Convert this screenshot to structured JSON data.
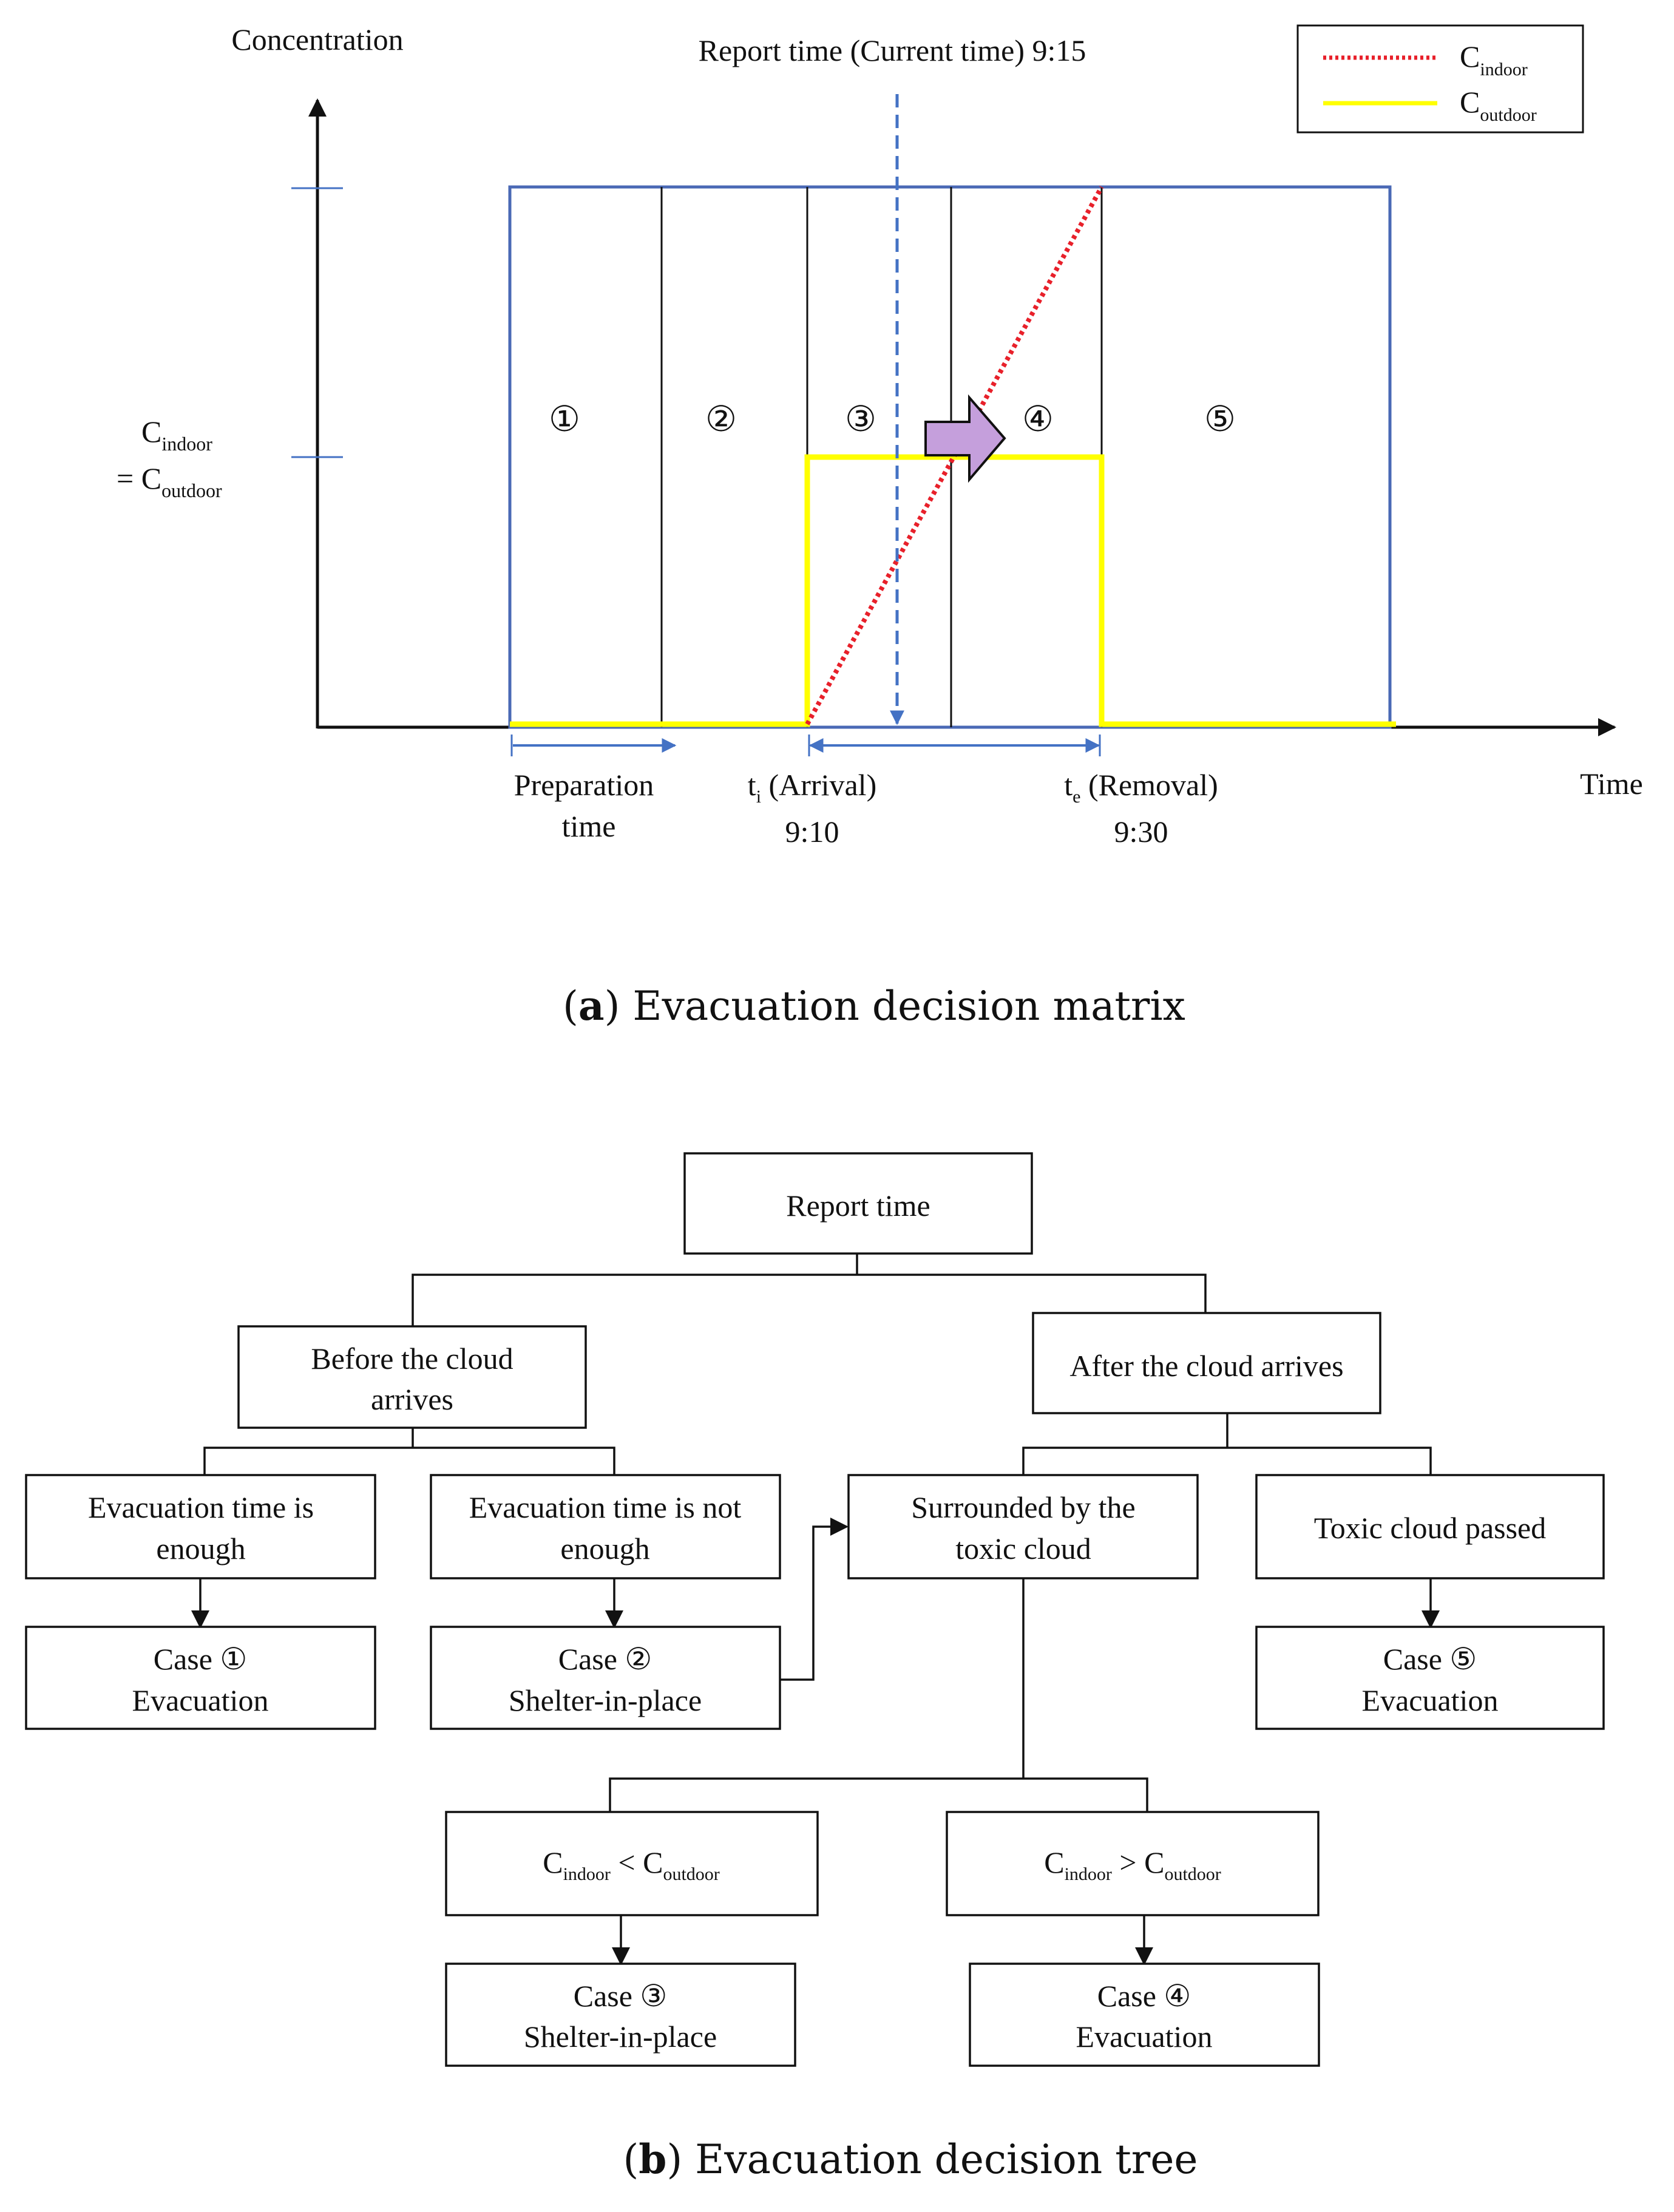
{
  "matrix": {
    "y_axis_label": "Concentration",
    "x_axis_label": "Time",
    "report_time_label": "Report time (Current time)  9:15",
    "equal_label": {
      "line1_main": "C",
      "line1_sub": "indoor",
      "line2_prefix": "= C",
      "line2_sub": "outdoor"
    },
    "legend": [
      {
        "main": "C",
        "sub": "indoor",
        "color": "#e8202a",
        "style": "dotted"
      },
      {
        "main": "C",
        "sub": "outdoor",
        "color": "#ffff00",
        "style": "solid"
      }
    ],
    "zones": [
      "①",
      "②",
      "③",
      "④",
      "⑤"
    ],
    "preparation_label_1": "Preparation",
    "preparation_label_2": "time",
    "arrival": {
      "main": "t",
      "sub": "i",
      "rest": " (Arrival)",
      "time": "9:10"
    },
    "removal": {
      "main": "t",
      "sub": "e",
      "rest": " (Removal)",
      "time": "9:30"
    },
    "colors": {
      "frame": "#4a69b5",
      "outdoor": "#ffff00",
      "indoor": "#e8202a",
      "report_line": "#4472c4",
      "arrow_fill": "#c59fdc"
    }
  },
  "caption_a": {
    "letter": "a",
    "text": ") Evacuation decision matrix"
  },
  "tree": {
    "root": "Report time",
    "before": [
      "Before the cloud",
      "arrives"
    ],
    "after": "After the cloud arrives",
    "time_enough": [
      "Evacuation time is",
      "enough"
    ],
    "time_not_enough": [
      "Evacuation time is not",
      "enough"
    ],
    "surrounded": [
      "Surrounded by the",
      "toxic cloud"
    ],
    "passed": "Toxic cloud passed",
    "case1": [
      "Case ①",
      "Evacuation"
    ],
    "case2": [
      "Case ②",
      "Shelter-in-place"
    ],
    "case5": [
      "Case ⑤",
      "Evacuation"
    ],
    "cond_lt": {
      "main": "C",
      "sub1": "indoor",
      "op": " < C",
      "sub2": "outdoor"
    },
    "cond_gt": {
      "main": "C",
      "sub1": "indoor",
      "op": " > C",
      "sub2": "outdoor"
    },
    "case3": [
      "Case ③",
      "Shelter-in-place"
    ],
    "case4": [
      "Case ④",
      "Evacuation"
    ]
  },
  "caption_b": {
    "letter": "b",
    "text": ") Evacuation decision tree"
  }
}
